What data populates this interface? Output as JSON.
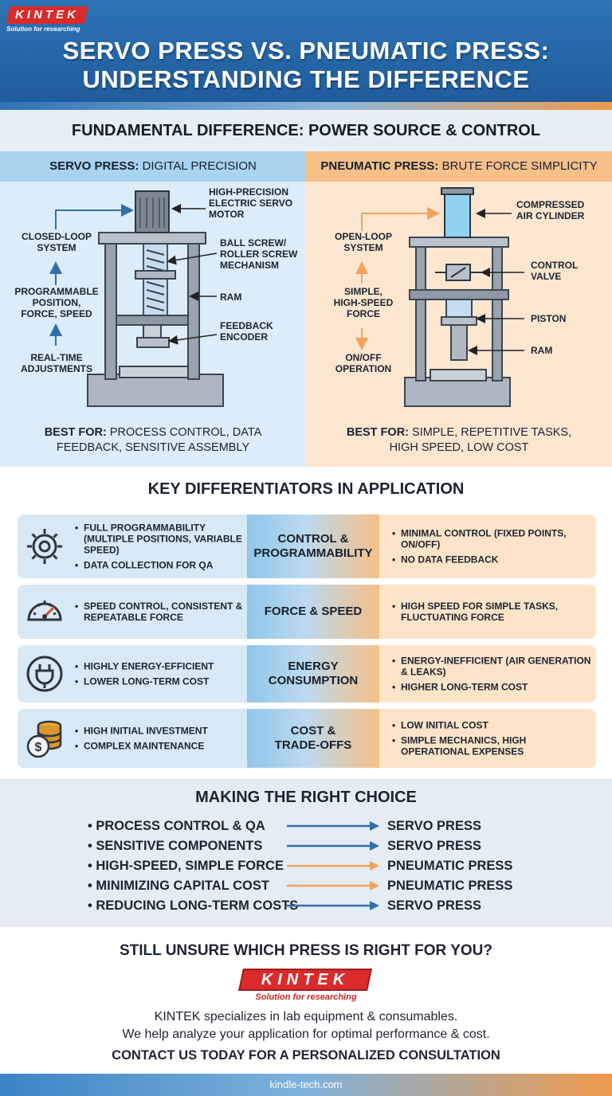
{
  "brand": {
    "name": "KINTEK",
    "tagline": "Solution for researching"
  },
  "header": {
    "title_line1": "SERVO PRESS VS. PNEUMATIC PRESS:",
    "title_line2": "UNDERSTANDING THE DIFFERENCE"
  },
  "fundamental": {
    "title": "FUNDAMENTAL DIFFERENCE: POWER SOURCE & CONTROL",
    "servo": {
      "head_bold": "SERVO PRESS:",
      "head_rest": " DIGITAL PRECISION",
      "labels": {
        "motor": [
          "HIGH-PRECISION",
          "ELECTRIC SERVO",
          "MOTOR"
        ],
        "screw": [
          "BALL SCREW/",
          "ROLLER SCREW",
          "MECHANISM"
        ],
        "ram": "RAM",
        "encoder": [
          "FEEDBACK",
          "ENCODER"
        ],
        "loop": [
          "CLOSED-LOOP",
          "SYSTEM"
        ],
        "program": [
          "PROGRAMMABLE",
          "POSITION,",
          "FORCE, SPEED"
        ],
        "realtime": [
          "REAL-TIME",
          "ADJUSTMENTS"
        ]
      },
      "best_label": "BEST FOR:",
      "best_line1": " PROCESS CONTROL, DATA",
      "best_line2": "FEEDBACK, SENSITIVE ASSEMBLY"
    },
    "pneumatic": {
      "head_bold": "PNEUMATIC PRESS:",
      "head_rest": " BRUTE FORCE SIMPLICITY",
      "labels": {
        "cylinder": [
          "COMPRESSED",
          "AIR CYLINDER"
        ],
        "valve": [
          "CONTROL",
          "VALVE"
        ],
        "piston": "PISTON",
        "ram": "RAM",
        "loop": [
          "OPEN-LOOP",
          "SYSTEM"
        ],
        "force": [
          "SIMPLE,",
          "HIGH-SPEED",
          "FORCE"
        ],
        "onoff": [
          "ON/OFF",
          "OPERATION"
        ]
      },
      "best_label": "BEST FOR:",
      "best_line1": " SIMPLE, REPETITIVE TASKS,",
      "best_line2": "HIGH SPEED, LOW COST"
    }
  },
  "differentiators": {
    "title": "KEY DIFFERENTIATORS IN APPLICATION",
    "rows": [
      {
        "icon": "gear-icon",
        "category": [
          "CONTROL &",
          "PROGRAMMABILITY"
        ],
        "servo": [
          "FULL PROGRAMMABILITY (MULTIPLE POSITIONS, VARIABLE SPEED)",
          "DATA COLLECTION FOR QA"
        ],
        "pneumatic": [
          "MINIMAL CONTROL (FIXED POINTS, ON/OFF)",
          "NO DATA FEEDBACK"
        ]
      },
      {
        "icon": "speedometer-icon",
        "category": [
          "FORCE & SPEED"
        ],
        "servo": [
          "SPEED CONTROL, CONSISTENT & REPEATABLE FORCE"
        ],
        "pneumatic": [
          "HIGH SPEED FOR SIMPLE TASKS, FLUCTUATING FORCE"
        ]
      },
      {
        "icon": "power-plug-icon",
        "category": [
          "ENERGY",
          "CONSUMPTION"
        ],
        "servo": [
          "HIGHLY ENERGY-EFFICIENT",
          "LOWER LONG-TERM COST"
        ],
        "pneumatic": [
          "ENERGY-INEFFICIENT (AIR GENERATION & LEAKS)",
          "HIGHER LONG-TERM COST"
        ]
      },
      {
        "icon": "coins-icon",
        "category": [
          "COST &",
          "TRADE-OFFS"
        ],
        "servo": [
          "HIGH INITIAL INVESTMENT",
          "COMPLEX MAINTENANCE"
        ],
        "pneumatic": [
          "LOW INITIAL COST",
          "SIMPLE MECHANICS, HIGH OPERATIONAL EXPENSES"
        ]
      }
    ]
  },
  "choice": {
    "title": "MAKING THE RIGHT CHOICE",
    "rows": [
      {
        "need": "PROCESS CONTROL & QA",
        "answer": "SERVO PRESS",
        "arrow_color": "#2f6fab"
      },
      {
        "need": "SENSITIVE COMPONENTS",
        "answer": "SERVO PRESS",
        "arrow_color": "#2f6fab"
      },
      {
        "need": "HIGH-SPEED, SIMPLE FORCE",
        "answer": "PNEUMATIC PRESS",
        "arrow_color": "#f2a35b"
      },
      {
        "need": "MINIMIZING CAPITAL COST",
        "answer": "PNEUMATIC PRESS",
        "arrow_color": "#f2a35b"
      },
      {
        "need": "REDUCING LONG-TERM COSTS",
        "answer": "SERVO PRESS",
        "arrow_color": "#2f6fab"
      }
    ]
  },
  "contact": {
    "question": "STILL UNSURE WHICH PRESS IS RIGHT FOR YOU?",
    "line1": "KINTEK specializes in lab equipment & consumables.",
    "line2": "We help analyze your application for optimal performance & cost.",
    "cta": "CONTACT US TODAY FOR A PERSONALIZED CONSULTATION"
  },
  "footer": {
    "url": "kindle-tech.com"
  },
  "colors": {
    "servo_blue": "#2f6fab",
    "pneumatic_orange": "#f2a35b",
    "brand_red": "#d92b2b"
  }
}
